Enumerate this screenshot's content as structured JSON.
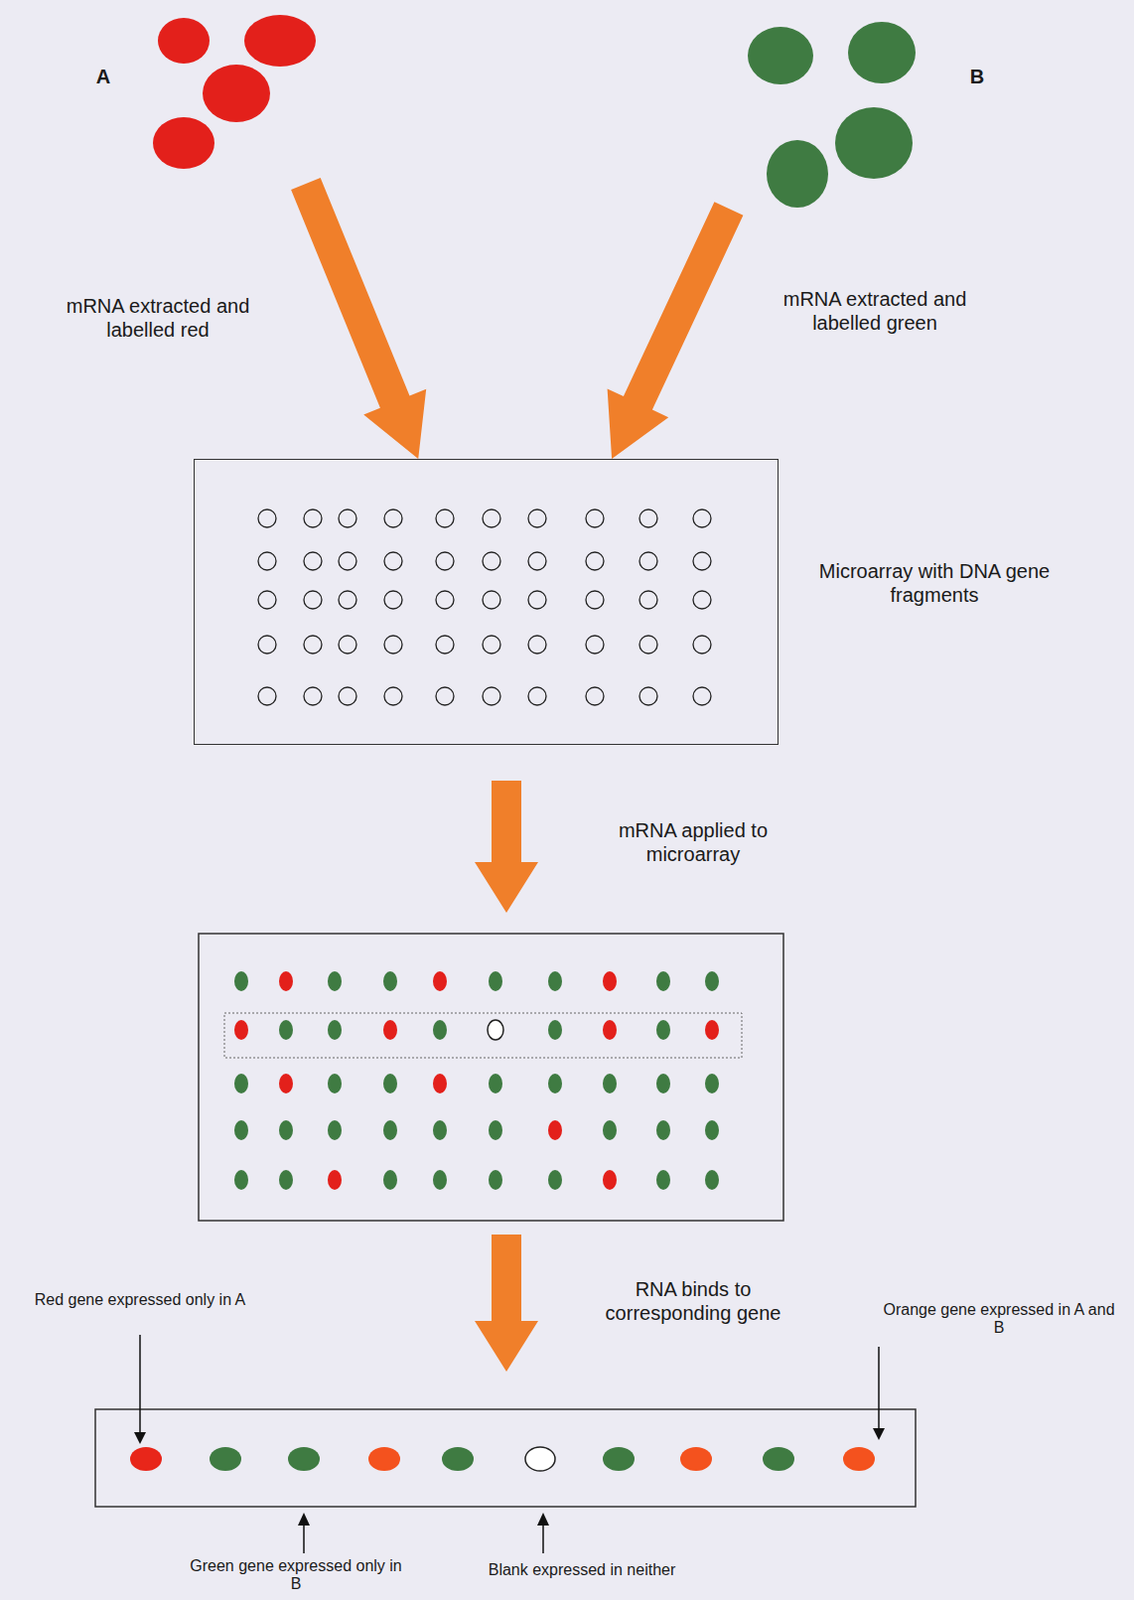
{
  "diagram": {
    "nodes": [
      {
        "text": [
          "A"
        ]
      },
      {
        "text": [
          "B"
        ]
      },
      {
        "text": [
          "Microarray with DNA gene fragments"
        ]
      }
    ],
    "edges": [
      {
        "from": 0,
        "to": 2,
        "arrow": "to",
        "label": "mRNA extracted and labelled red"
      },
      {
        "from": 1,
        "to": 2,
        "arrow": "to",
        "label": "mRNA extracted and labelled green"
      }
    ],
    "labels": [
      "mRNA applied to microarray",
      "RNA binds to corresponding gene",
      "Red gene expressed only in A",
      "Orange gene expressed in A and B",
      "Green gene expressed only in B",
      "Blank expressed in neither"
    ]
  }
}
